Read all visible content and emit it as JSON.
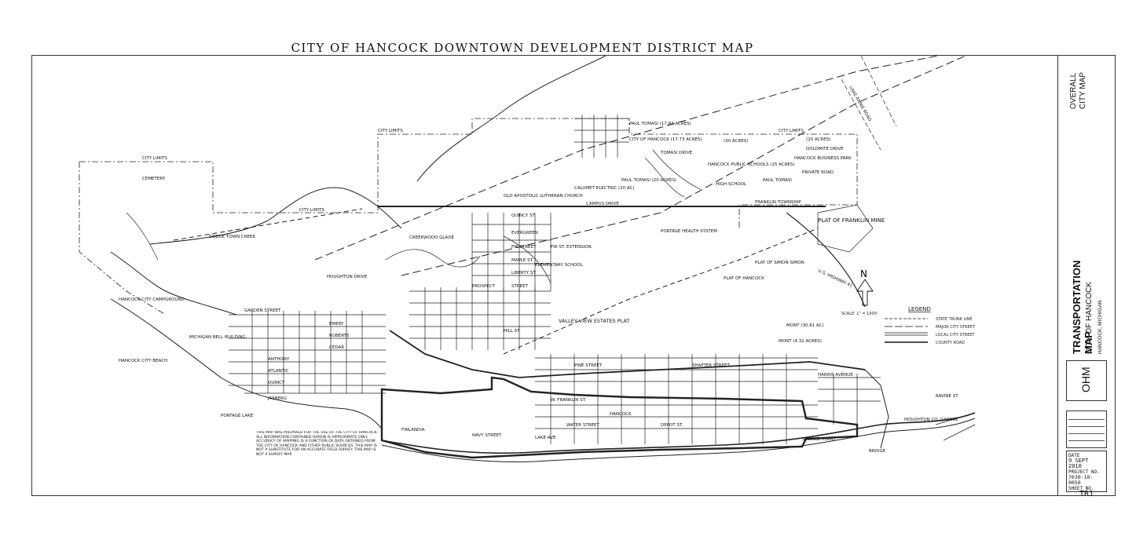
{
  "title": "CITY OF HANCOCK DOWNTOWN DEVELOPMENT DISTRICT MAP",
  "sidebar": {
    "overall_map": "OVERALL CITY MAP",
    "sheet_title": "TRANSPORTATION MAP",
    "city": "CITY OF HANCOCK",
    "location": "HANCOCK, MICHIGAN",
    "logo": "OHM",
    "date_label": "DATE",
    "date": "9 SEPT 2010",
    "project_label": "PROJECT NO.",
    "project_no": "7030-10-0050",
    "sheet_label": "SHEET NO.",
    "sheet_no": "TR1"
  },
  "legend": {
    "title": "LEGEND",
    "items": [
      "STATE TRUNK LINE",
      "MAJOR CITY STREET",
      "LOCAL CITY STREET",
      "COUNTY ROAD"
    ]
  },
  "north": {
    "label": "N",
    "scale": "SCALE: 1\" = 1000'"
  },
  "note": "THIS MAP WAS PREPARED FOR THE USE OF THE CITY OF HANCOCK. ALL INFORMATION CONTAINED HEREIN IS APPROXIMATE ONLY. ACCURACY OF MAPPING IS A FUNCTION OF DATA OBTAINED FROM THE CITY OF HANCOCK AND OTHER PUBLIC SOURCES. THIS MAP IS NOT A SUBSTITUTE FOR AN ACCURATE FIELD SURVEY. THIS MAP IS NOT A SURVEY MAP.",
  "labels": {
    "city_limits_1": "CITY LIMITS",
    "city_limits_2": "CITY LIMITS",
    "city_limits_3": "CITY LIMITS",
    "city_limits_4": "CITY LIMITS",
    "cemetery": "CEMETERY",
    "swede_town_creek": "SWEDE TOWN CREEK",
    "campus_drive": "CAMPUS DRIVE",
    "paul_tomasi_1": "PAUL TOMASI (17.84 ACRES)",
    "city_of_hancock_1": "CITY OF HANCOCK (17.73 ACRES)",
    "tomasi_drive": "TOMASI DRIVE",
    "acres_30": "(30 ACRES)",
    "acres_20": "(20 ACRES)",
    "dolomite_drive": "DOLOMITE DRIVE",
    "business_park": "HANCOCK BUSINESS PARK",
    "public_schools": "HANCOCK PUBLIC SCHOOLS (15 ACRES)",
    "high_school": "HIGH SCHOOL",
    "paul_tomasi_2": "PAUL TOMASI (20 ACRES)",
    "calumet_electric": "CALUMET ELECTRIC (20 AC)",
    "old_apostolic": "OLD APOSTOLIC LUTHERAN CHURCH",
    "portage_health": "PORTAGE HEALTH SYSTEM",
    "paul_tomasi_3": "PAUL TOMASI",
    "private_road": "PRIVATE ROAD",
    "franklin_township": "FRANKLIN TOWNSHIP",
    "plat_franklin_mine": "PLAT OF FRANKLIN MINE",
    "quincy_street": "QUINCY ST",
    "evergreen": "EVERGREEN",
    "fir_street": "FIR STREET",
    "fir_extension": "FIR ST. EXTENSION",
    "maple_st": "MAPLE ST",
    "liberty_st": "LIBERTY ST",
    "prospect": "PROSPECT",
    "street": "STREET",
    "elementary": "ELEMENTARY SCHOOL",
    "creekwood": "CREEKWOOD GLADE",
    "houghton_drive": "HOUGHTON DRIVE",
    "campground": "HANCOCK CITY CAMPGROUND",
    "garden_street": "GARDEN STREET",
    "emery": "EMERY",
    "roberts": "ROBERTS",
    "cedar": "CEDAR",
    "anthony": "ANTHONY",
    "atlantic": "ATLANTIC",
    "quincy_lower": "QUINCY",
    "jasberg": "JASBERG",
    "michigan_bell": "MICHIGAN BELL BUILDING",
    "city_beach": "HANCOCK CITY BEACH",
    "hill_st": "HILL ST",
    "valley_view": "VALLEY VIEW ESTATES PLAT",
    "pine_street": "PINE STREET",
    "shafter_street": "SHAFTER STREET",
    "harris_avenue": "HARRIS AVENUE",
    "w_franklin": "W. FRANKLIN ST.",
    "water_street": "WATER STREET",
    "lake_ave": "LAKE AVE",
    "hancock_st": "HANCOCK",
    "depot_st": "DEPOT ST.",
    "portage_lake": "PORTAGE LAKE",
    "navy_street": "NAVY STREET",
    "finlandia": "FINLANDIA",
    "portage_bridge": "BRIDGE",
    "houghton_co": "HOUGHTON CO. GARAGE",
    "ravine_st": "RAVINE ST.",
    "mont_acres_1": "MONT (30.81 AC)",
    "mont_acres_2": "MONT (4.32 ACRES)",
    "plat_hancock": "PLAT OF HANCOCK",
    "plat_simon": "PLAT OF SIMON-SIMON",
    "us_highway_41": "U.S. HIGHWAY 41",
    "lake_annie_road": "LAKE ANNIE ROAD",
    "sewage_plant": "SEWAGE PLANT"
  }
}
